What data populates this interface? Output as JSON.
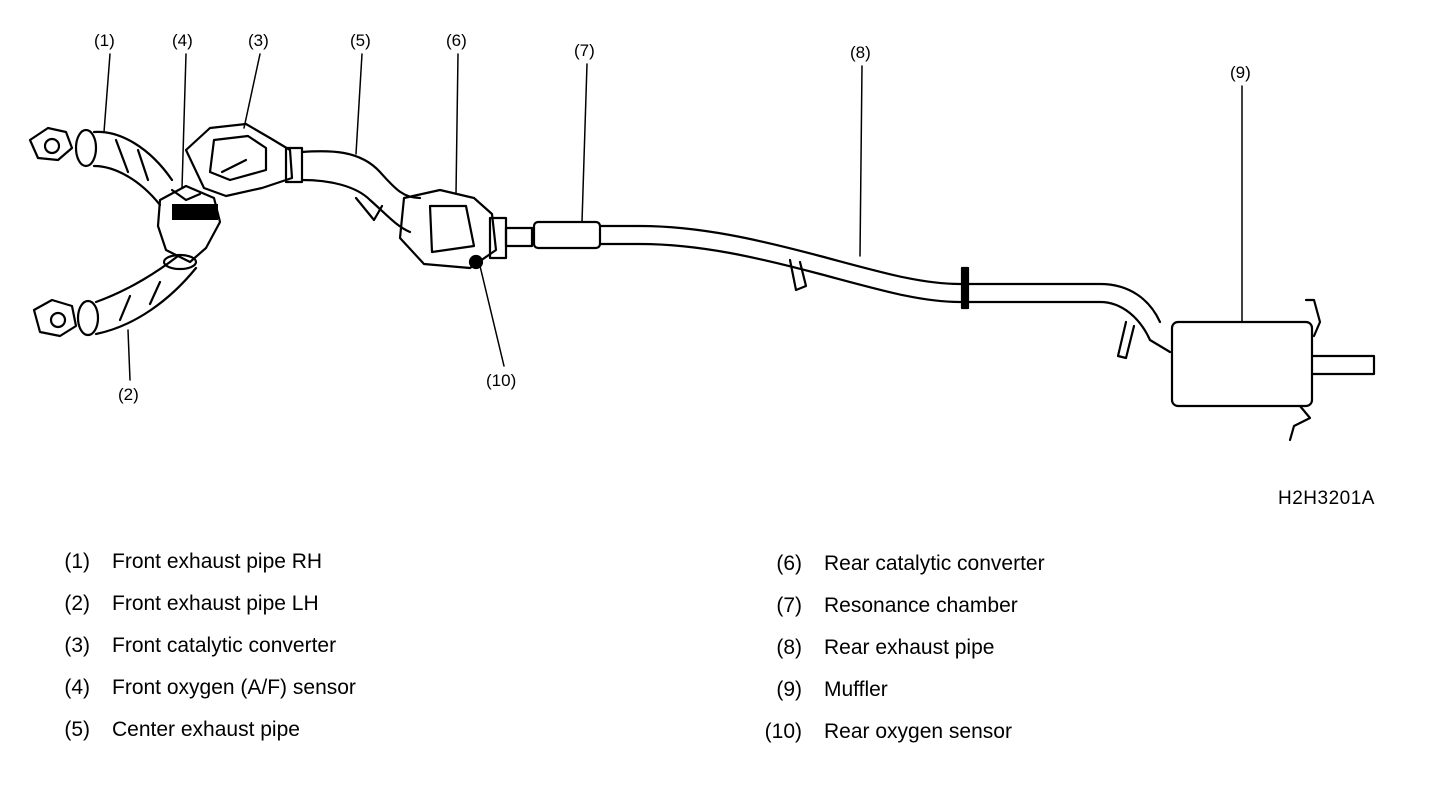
{
  "callouts": {
    "c1": "(1)",
    "c2": "(2)",
    "c3": "(3)",
    "c4": "(4)",
    "c5": "(5)",
    "c6": "(6)",
    "c7": "(7)",
    "c8": "(8)",
    "c9": "(9)",
    "c10": "(10)"
  },
  "figure_id": "H2H3201A",
  "legend_left": [
    {
      "num": "(1)",
      "label": "Front exhaust pipe RH"
    },
    {
      "num": "(2)",
      "label": "Front exhaust pipe LH"
    },
    {
      "num": "(3)",
      "label": "Front catalytic converter"
    },
    {
      "num": "(4)",
      "label": "Front oxygen (A/F) sensor"
    },
    {
      "num": "(5)",
      "label": "Center exhaust pipe"
    }
  ],
  "legend_right": [
    {
      "num": "(6)",
      "label": "Rear catalytic converter"
    },
    {
      "num": "(7)",
      "label": "Resonance chamber"
    },
    {
      "num": "(8)",
      "label": "Rear exhaust pipe"
    },
    {
      "num": "(9)",
      "label": "Muffler"
    },
    {
      "num": "(10)",
      "label": "Rear oxygen sensor"
    }
  ]
}
